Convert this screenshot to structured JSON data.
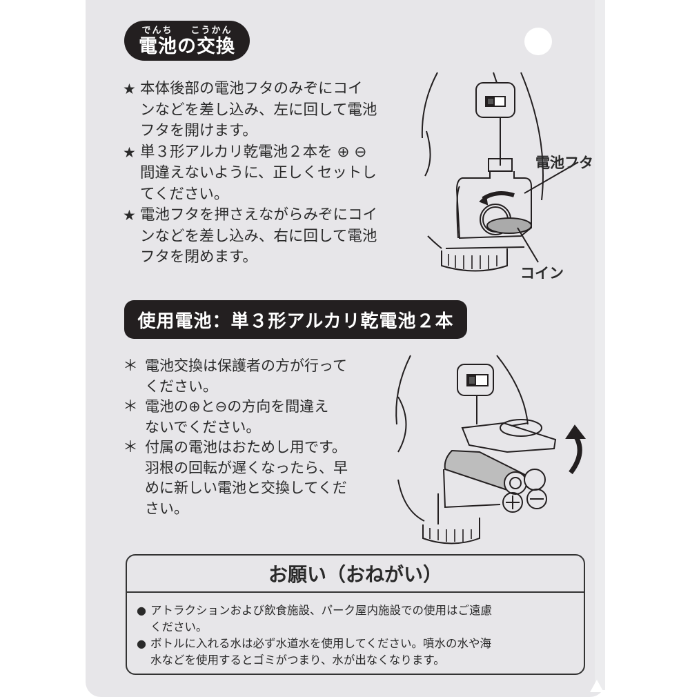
{
  "card": {
    "background": "#e7e6e9",
    "ink": "#231f20"
  },
  "section_battery_change": {
    "ruby": [
      "でんち",
      "こうかん"
    ],
    "title": "電池の交換",
    "steps": [
      {
        "mark": "★",
        "text": "本体後部の電池フタのみぞにコイ\nンなどを差し込み、左に回して電池\nフタを開けます。"
      },
      {
        "mark": "★",
        "text": "単３形アルカリ乾電池２本を ⊕ ⊖\n間違えないように、正しくセットし\nてください。"
      },
      {
        "mark": "★",
        "text": "電池フタを押さえながらみぞにコイ\nンなどを差し込み、右に回して電池\nフタを閉めます。"
      }
    ],
    "illustration": {
      "label_cover": "電池フタ",
      "label_coin": "コイン",
      "icon": "battery-cover-removal-illustration"
    }
  },
  "section_battery_used": {
    "title": "使用電池：単３形アルカリ乾電池２本",
    "notes": [
      {
        "mark": "＊",
        "text": "電池交換は保護者の方が行って\nください。"
      },
      {
        "mark": "＊",
        "text": "電池の⊕と⊖の方向を間違え\nないでください。"
      },
      {
        "mark": "＊",
        "text": "付属の電池はおためし用です。\n羽根の回転が遅くなったら、早\nめに新しい電池と交換してくだ\nさい。"
      }
    ],
    "illustration": {
      "plus_symbol": "+",
      "minus_symbol": "−",
      "icon": "battery-insertion-illustration"
    }
  },
  "notice": {
    "title": "お願い（おねがい）",
    "items": [
      {
        "bullet": "●",
        "text": "アトラクションおよび飲食施設、パーク屋内施設での使用はご遠慮\nください。"
      },
      {
        "bullet": "●",
        "text": "ボトルに入れる水は必ず水道水を使用してください。噴水の水や海\n水などを使用するとゴミがつまり、水が出なくなります。"
      }
    ]
  }
}
